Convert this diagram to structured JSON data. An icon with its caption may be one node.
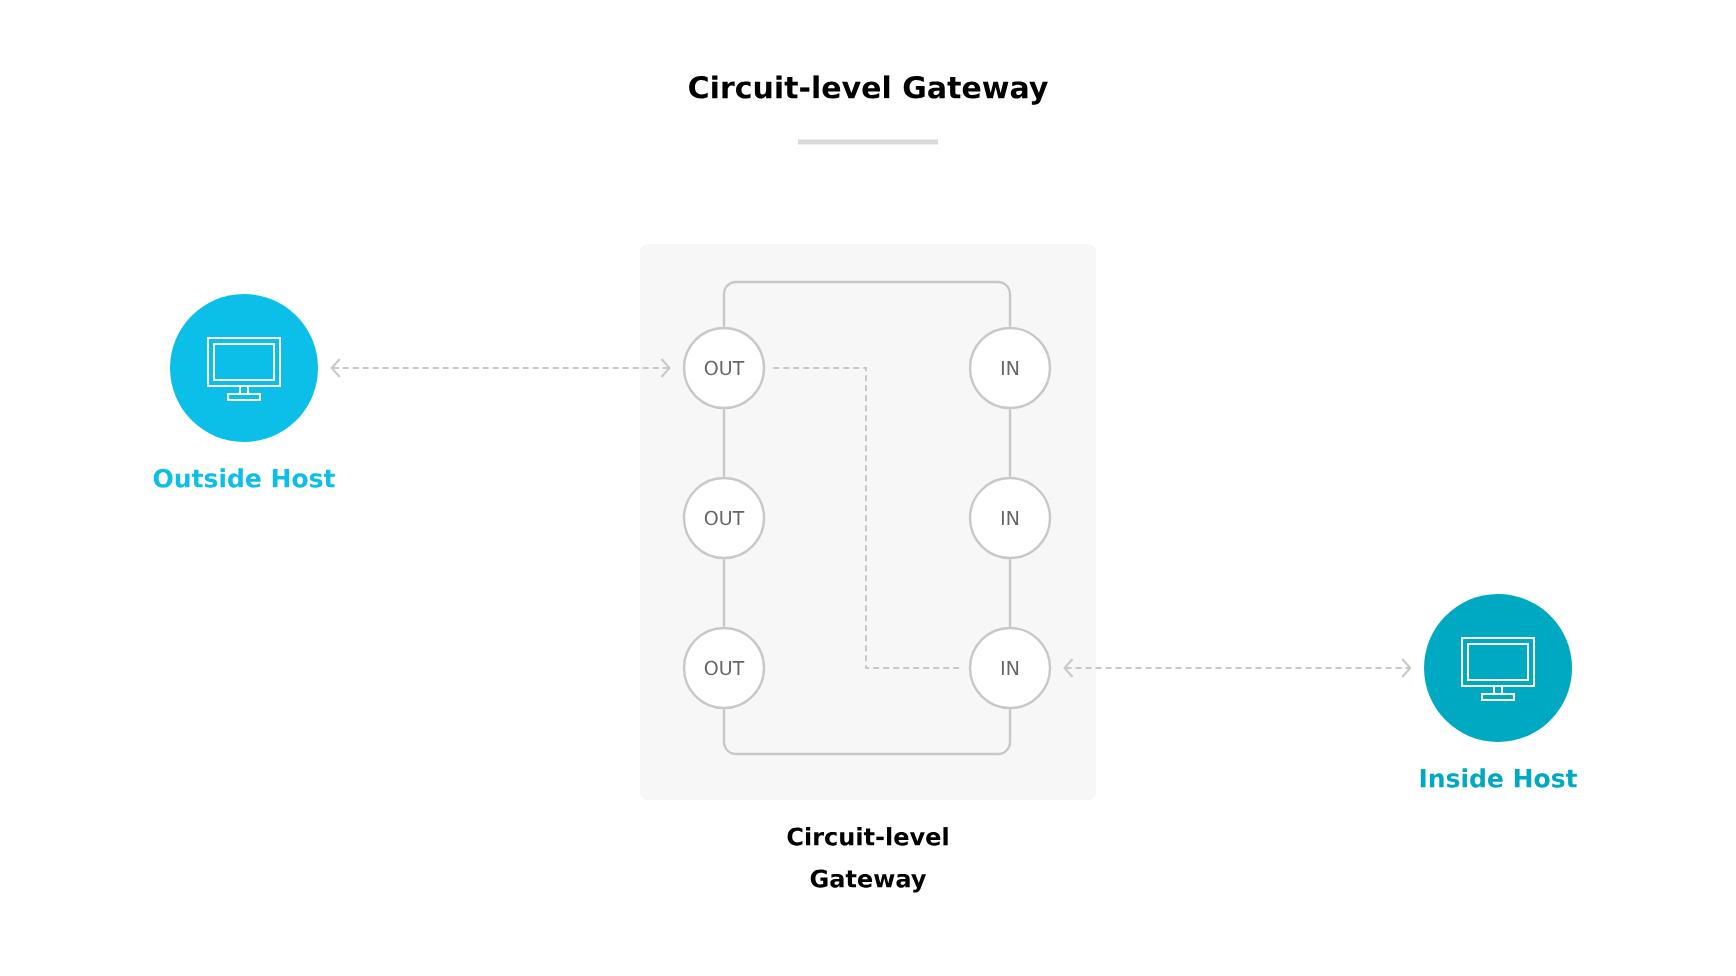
{
  "diagram": {
    "title": "Circuit-level Gateway",
    "nodes": [
      {
        "text": [
          "Outside Host"
        ]
      },
      {
        "text": [
          "Circuit-level Gateway"
        ]
      },
      {
        "text": [
          "OUT"
        ],
        "in": 1
      },
      {
        "text": [
          "IN"
        ],
        "in": 1
      },
      {
        "text": [
          "OUT"
        ],
        "in": 1
      },
      {
        "text": [
          "IN"
        ],
        "in": 1
      },
      {
        "text": [
          "OUT"
        ],
        "in": 1
      },
      {
        "text": [
          "IN"
        ],
        "in": 1
      },
      {
        "text": [
          "Inside Host"
        ]
      }
    ],
    "edges": [
      {
        "from": 0,
        "to": 2,
        "arrow": "both",
        "style": "dashed"
      },
      {
        "from": 2,
        "to": 7,
        "arrow": "none",
        "style": "dashed"
      },
      {
        "from": 7,
        "to": 8,
        "arrow": "both",
        "style": "dashed"
      },
      {
        "from": 2,
        "to": 3,
        "arrow": "none"
      },
      {
        "from": 2,
        "to": 4,
        "arrow": "none"
      },
      {
        "from": 4,
        "to": 6,
        "arrow": "none"
      },
      {
        "from": 3,
        "to": 5,
        "arrow": "none"
      },
      {
        "from": 5,
        "to": 7,
        "arrow": "none"
      },
      {
        "from": 6,
        "to": 7,
        "arrow": "none"
      }
    ]
  }
}
